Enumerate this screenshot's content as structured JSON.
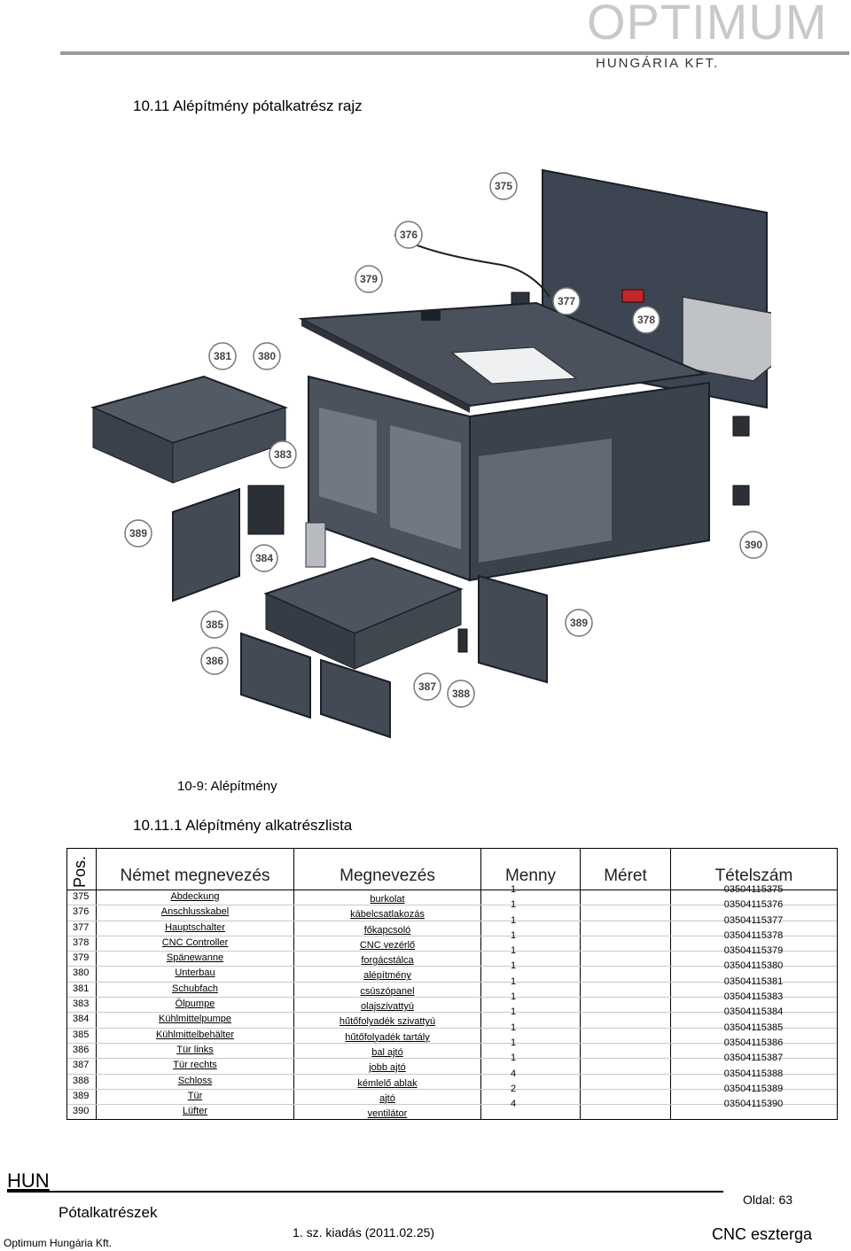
{
  "header": {
    "brand": "OPTIMUM",
    "brand_sub": "HUNGÁRIA KFT."
  },
  "section_title": "10.11   Alépítmény pótalkatrész rajz",
  "figure": {
    "caption": "10-9:   Alépítmény",
    "callouts": [
      "375",
      "376",
      "377",
      "378",
      "379",
      "380",
      "381",
      "383",
      "384",
      "385",
      "386",
      "387",
      "388",
      "389",
      "389",
      "390"
    ]
  },
  "parts_title": "10.11.1 Alépítmény alkatrészlista",
  "table": {
    "headers": {
      "pos": "Pos.",
      "de": "Német megnevezés",
      "hu": "Megnevezés",
      "qty": "Menny",
      "size": "Méret",
      "num": "Tételszám"
    },
    "rows": [
      {
        "pos": "375",
        "de": "Abdeckung",
        "hu": "burkolat",
        "qty": "1",
        "num": "03504115375"
      },
      {
        "pos": "376",
        "de": "Anschlusskabel",
        "hu": "kábelcsatlakozás",
        "qty": "1",
        "num": "03504115376"
      },
      {
        "pos": "377",
        "de": "Hauptschalter",
        "hu": "főkapcsoló",
        "qty": "1",
        "num": "03504115377"
      },
      {
        "pos": "378",
        "de": "CNC Controller",
        "hu": "CNC vezérlő",
        "qty": "1",
        "num": "03504115378"
      },
      {
        "pos": "379",
        "de": "Spänewanne",
        "hu": "forgácstálca",
        "qty": "1",
        "num": "03504115379"
      },
      {
        "pos": "380",
        "de": "Unterbau",
        "hu": "alépítmény",
        "qty": "1",
        "num": "03504115380"
      },
      {
        "pos": "381",
        "de": "Schubfach",
        "hu": "csúszópanel",
        "qty": "1",
        "num": "03504115381"
      },
      {
        "pos": "383",
        "de": "Ölpumpe",
        "hu": "olajszivattyú",
        "qty": "1",
        "num": "03504115383"
      },
      {
        "pos": "384",
        "de": "Kühlmittelpumpe",
        "hu": "hűtőfolyadék szivattyú",
        "qty": "1",
        "num": "03504115384"
      },
      {
        "pos": "385",
        "de": "Kühlmittelbehälter",
        "hu": "hűtőfolyadék tartály",
        "qty": "1",
        "num": "03504115385"
      },
      {
        "pos": "386",
        "de": "Tür links",
        "hu": "bal ajtó",
        "qty": "1",
        "num": "03504115386"
      },
      {
        "pos": "387",
        "de": "Tür rechts",
        "hu": "jobb ajtó",
        "qty": "1",
        "num": "03504115387"
      },
      {
        "pos": "388",
        "de": "Schloss",
        "hu": "kémlelő ablak",
        "qty": "4",
        "num": "03504115388"
      },
      {
        "pos": "389",
        "de": "Tür",
        "hu": "ajtó",
        "qty": "2",
        "num": "03504115389"
      },
      {
        "pos": "390",
        "de": "Lüfter",
        "hu": "ventilátor",
        "qty": "4",
        "num": "03504115390"
      }
    ]
  },
  "footer": {
    "lang": "HUN",
    "category": "Pótalkatrészek",
    "page": "Oldal: 63",
    "company": "Optimum Hungária Kft.",
    "edition": "1. sz. kiadás (2011.02.25)",
    "product": "CNC eszterga"
  }
}
